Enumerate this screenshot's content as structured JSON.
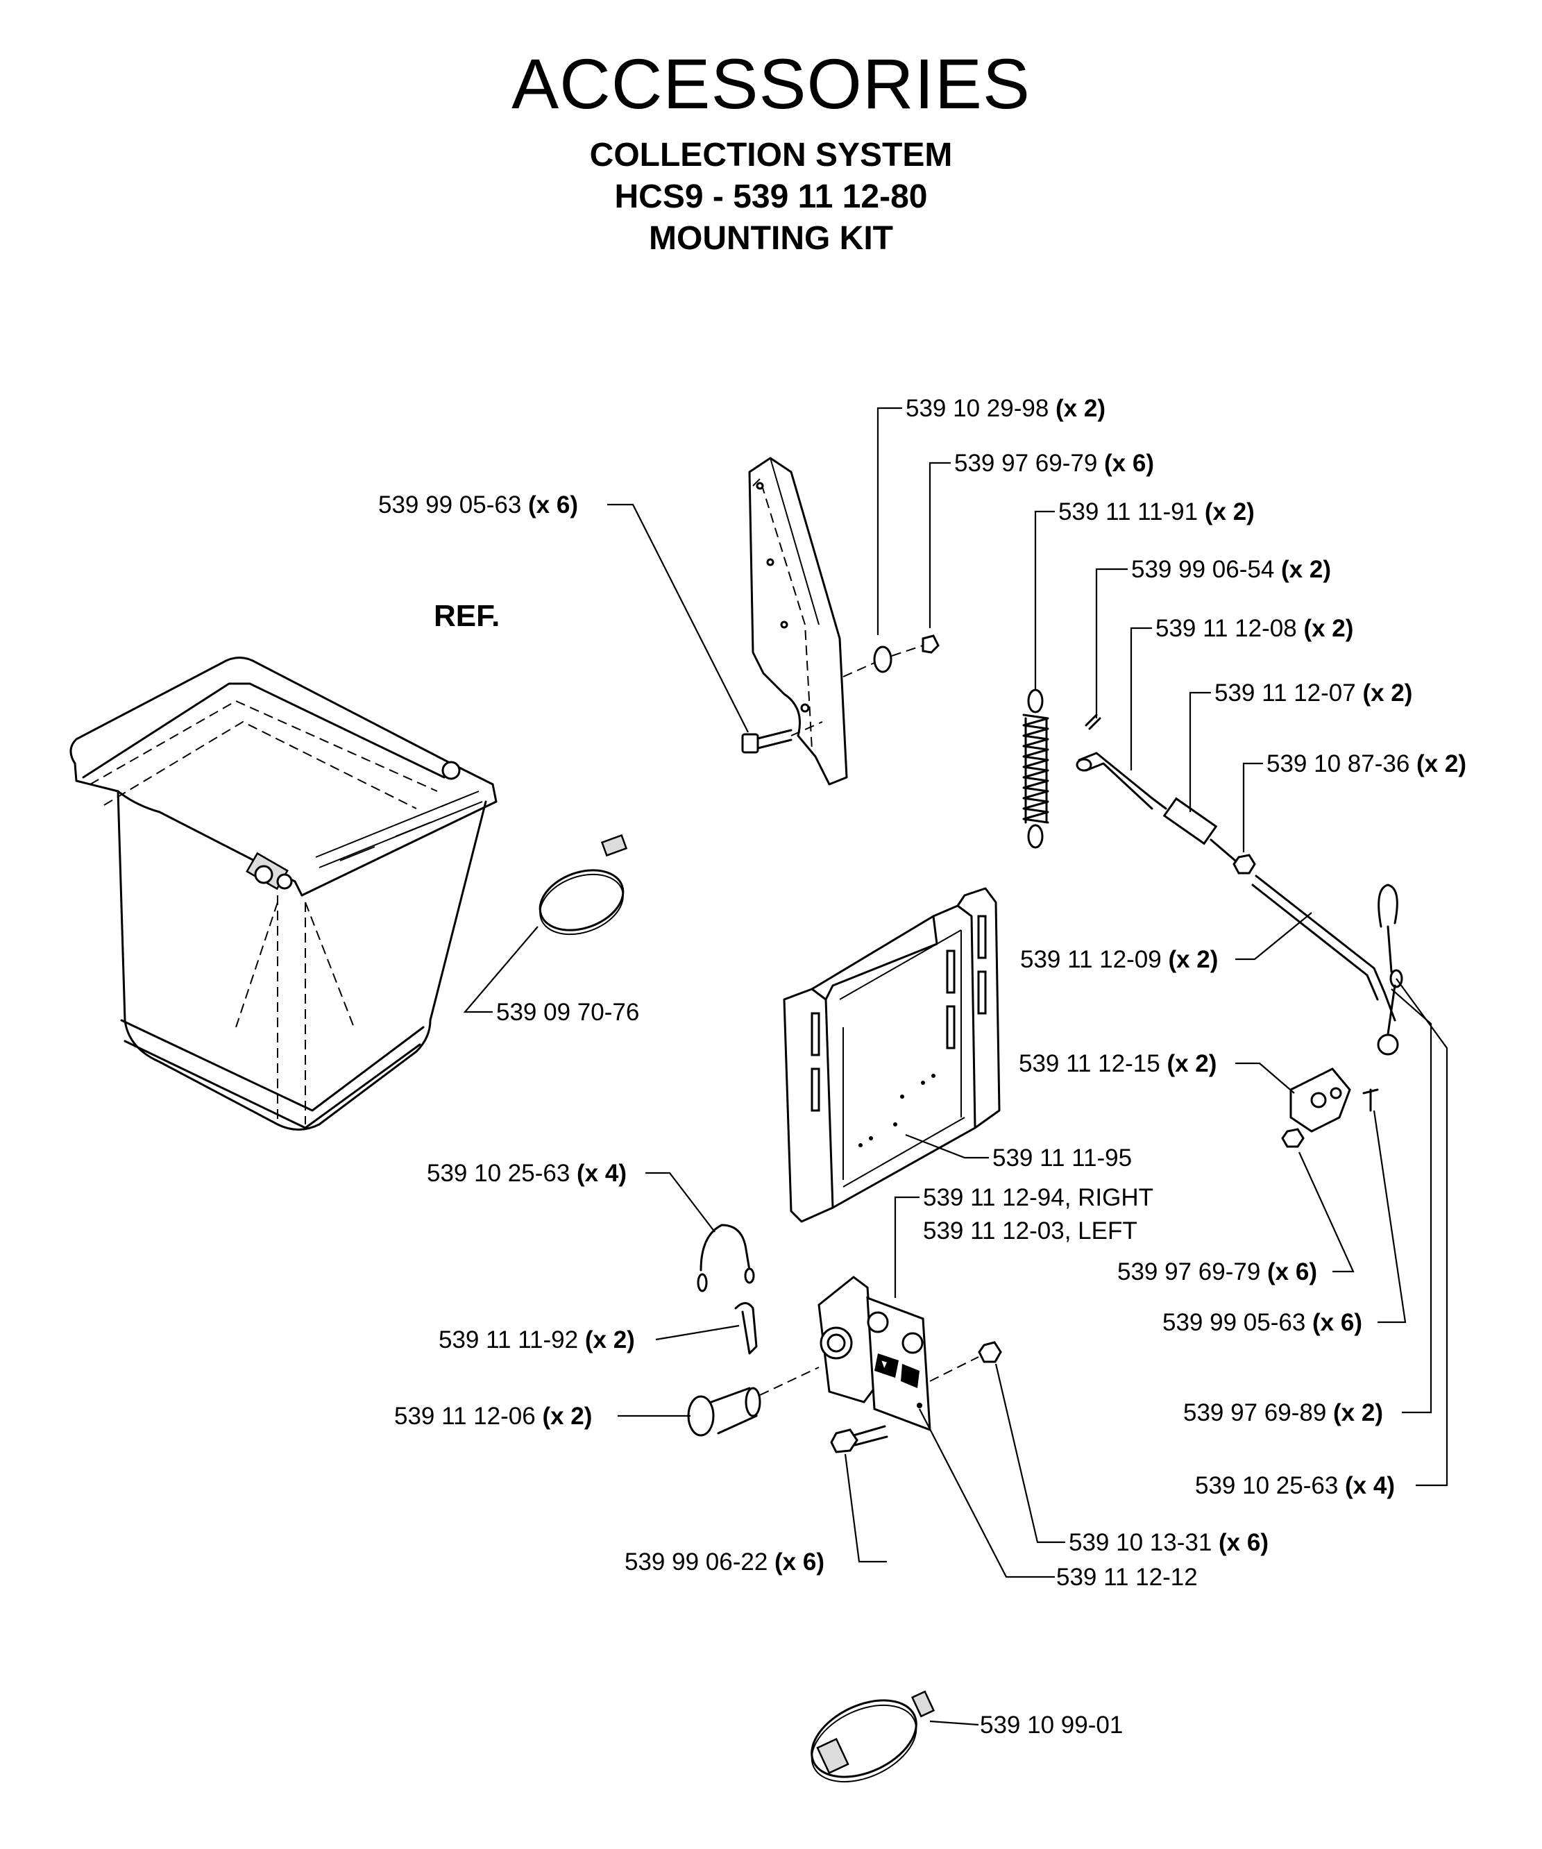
{
  "header": {
    "title": "ACCESSORIES",
    "line1": "COLLECTION SYSTEM",
    "line2": "HCS9 - 539 11 12-80",
    "line3": "MOUNTING KIT"
  },
  "ref_label": "REF.",
  "labels": [
    {
      "part": "539 10 29-98",
      "qty": "(x 2)"
    },
    {
      "part": "539 97 69-79",
      "qty": "(x 6)"
    },
    {
      "part": "539 99 05-63",
      "qty": "(x 6)"
    },
    {
      "part": "539 11 11-91",
      "qty": "(x 2)"
    },
    {
      "part": "539 99 06-54",
      "qty": "(x 2)"
    },
    {
      "part": "539 11 12-08",
      "qty": "(x 2)"
    },
    {
      "part": "539 11 12-07",
      "qty": "(x 2)"
    },
    {
      "part": "539 10 87-36",
      "qty": "(x 2)"
    },
    {
      "part": "539 09 70-76",
      "qty": ""
    },
    {
      "part": "539 11 12-09",
      "qty": "(x 2)"
    },
    {
      "part": "539 11 12-15",
      "qty": "(x 2)"
    },
    {
      "part": "539 11 11-95",
      "qty": ""
    },
    {
      "part": "539 10 25-63",
      "qty": "(x 4)"
    },
    {
      "part": "539 11 12-94, RIGHT",
      "qty": ""
    },
    {
      "part": "539 11 12-03, LEFT",
      "qty": ""
    },
    {
      "part": "539 97 69-79",
      "qty": "(x 6)"
    },
    {
      "part": "539 11 11-92",
      "qty": "(x 2)"
    },
    {
      "part": "539 99 05-63",
      "qty": "(x 6)"
    },
    {
      "part": "539 11 12-06",
      "qty": "(x 2)"
    },
    {
      "part": "539 97 69-89",
      "qty": "(x 2)"
    },
    {
      "part": "539 10 25-63",
      "qty": "(x 4)"
    },
    {
      "part": "539 10 13-31",
      "qty": "(x 6)"
    },
    {
      "part": "539 99 06-22",
      "qty": "(x 6)"
    },
    {
      "part": "539 11 12-12",
      "qty": ""
    },
    {
      "part": "539 10 99-01",
      "qty": ""
    }
  ]
}
